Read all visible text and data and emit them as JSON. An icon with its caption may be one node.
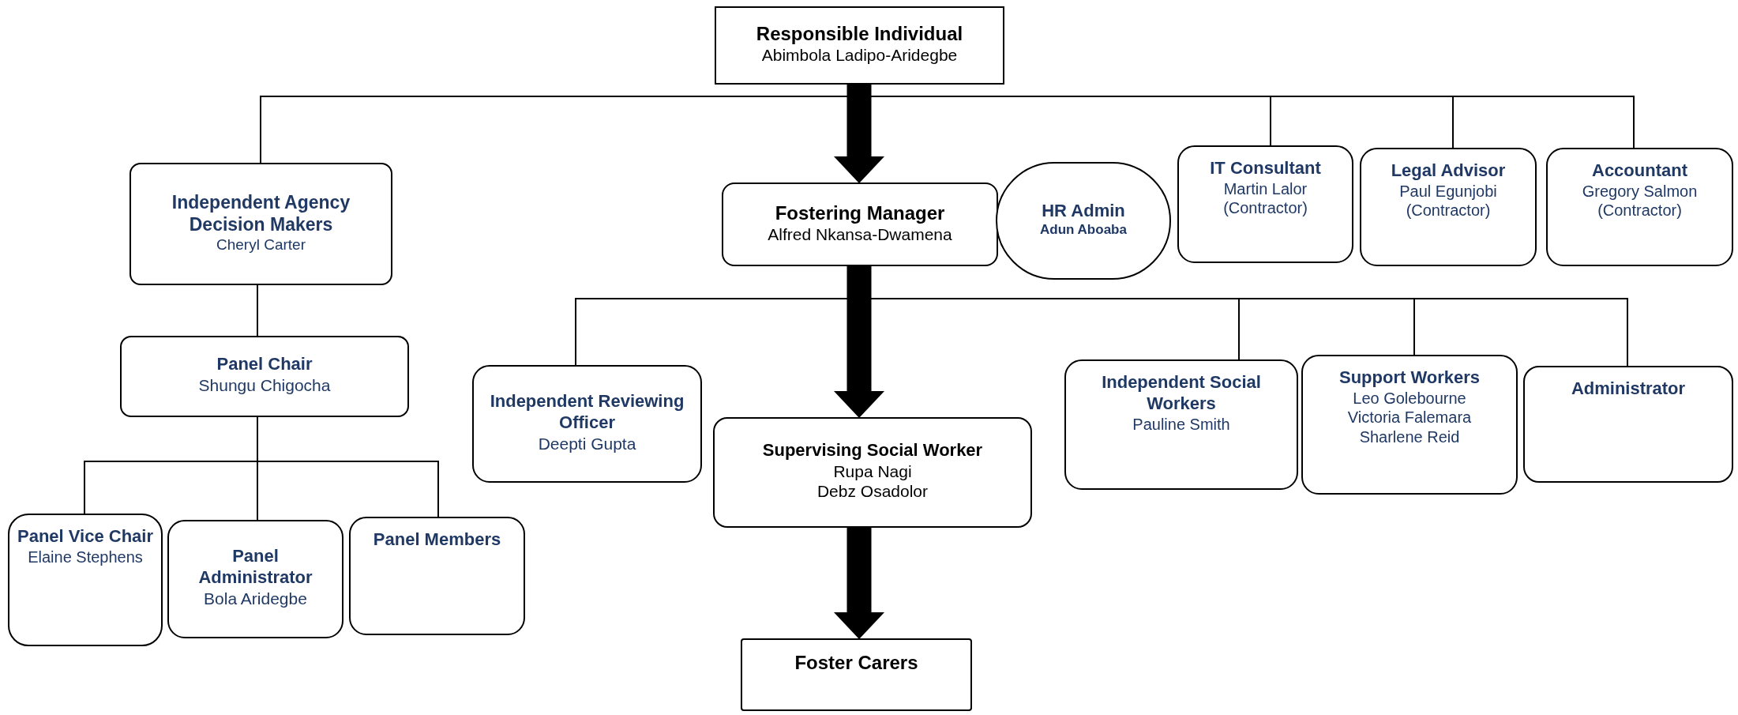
{
  "diagram": {
    "nodes": [
      {
        "text": [
          "Responsible Individual",
          "Abimbola Ladipo-Aridegbe"
        ]
      },
      {
        "text": [
          "Independent Agency Decision Makers",
          "Cheryl Carter"
        ]
      },
      {
        "text": [
          "Fostering Manager",
          "Alfred Nkansa-Dwamena"
        ]
      },
      {
        "text": [
          "HR Admin",
          "Adun Aboaba"
        ]
      },
      {
        "text": [
          "IT Consultant",
          "Martin Lalor",
          "(Contractor)"
        ]
      },
      {
        "text": [
          "Legal Advisor",
          "Paul Egunjobi",
          "(Contractor)"
        ]
      },
      {
        "text": [
          "Accountant",
          "Gregory Salmon",
          "(Contractor)"
        ]
      },
      {
        "text": [
          "Panel Chair",
          "Shungu Chigocha"
        ]
      },
      {
        "text": [
          "Independent Reviewing Officer",
          "Deepti Gupta"
        ]
      },
      {
        "text": [
          "Supervising Social Worker",
          "Rupa Nagi",
          "Debz Osadolor"
        ]
      },
      {
        "text": [
          "Independent Social Workers",
          "Pauline Smith"
        ]
      },
      {
        "text": [
          "Support Workers",
          "Leo Golebourne",
          "Victoria Falemara",
          "Sharlene Reid"
        ]
      },
      {
        "text": [
          "Administrator"
        ]
      },
      {
        "text": [
          "Panel Vice Chair",
          "Elaine Stephens"
        ]
      },
      {
        "text": [
          "Panel Administrator",
          "Bola Aridegbe"
        ]
      },
      {
        "text": [
          "Panel Members"
        ]
      },
      {
        "text": [
          "Foster Carers"
        ]
      }
    ],
    "edges": [
      {
        "from": 0,
        "to": 2,
        "arrow": "to",
        "style": "thick"
      },
      {
        "from": 0,
        "to": 1,
        "arrow": "none"
      },
      {
        "from": 0,
        "to": 4,
        "arrow": "none"
      },
      {
        "from": 0,
        "to": 5,
        "arrow": "none"
      },
      {
        "from": 0,
        "to": 6,
        "arrow": "none"
      },
      {
        "from": 2,
        "to": 9,
        "arrow": "to",
        "style": "thick"
      },
      {
        "from": 2,
        "to": 8,
        "arrow": "none"
      },
      {
        "from": 2,
        "to": 10,
        "arrow": "none"
      },
      {
        "from": 2,
        "to": 11,
        "arrow": "none"
      },
      {
        "from": 2,
        "to": 12,
        "arrow": "none"
      },
      {
        "from": 9,
        "to": 16,
        "arrow": "to",
        "style": "thick"
      },
      {
        "from": 1,
        "to": 7,
        "arrow": "none"
      },
      {
        "from": 7,
        "to": 13,
        "arrow": "none"
      },
      {
        "from": 7,
        "to": 14,
        "arrow": "none"
      },
      {
        "from": 7,
        "to": 15,
        "arrow": "none"
      }
    ]
  }
}
